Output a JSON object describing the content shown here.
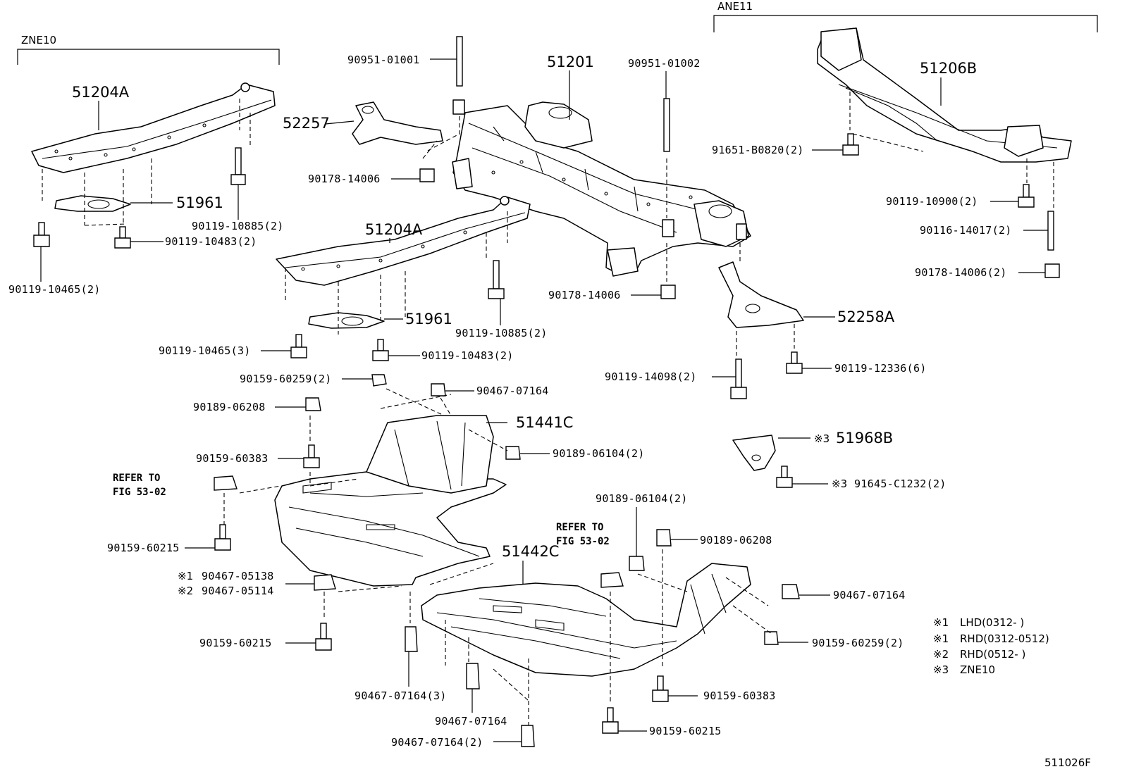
{
  "groups": {
    "zne10": "ZNE10",
    "ane11": "ANE11"
  },
  "parts": {
    "p51204A_a": "51204A",
    "p51204A_b": "51204A",
    "p51961_a": "51961",
    "p51961_b": "51961",
    "p52257": "52257",
    "p51201": "51201",
    "p51206B": "51206B",
    "p52258A": "52258A",
    "p51441C": "51441C",
    "p51442C": "51442C",
    "p51968B": "51968B",
    "s90951_01001": "90951-01001",
    "s90951_01002": "90951-01002",
    "s90178_14006_a": "90178-14006",
    "s90178_14006_b": "90178-14006",
    "s90178_14006_c": "90178-14006(2)",
    "s90119_10885_a": "90119-10885(2)",
    "s90119_10885_b": "90119-10885(2)",
    "s90119_10483_a": "90119-10483(2)",
    "s90119_10483_b": "90119-10483(2)",
    "s90119_10465_a": "90119-10465(2)",
    "s90119_10465_b": "90119-10465(3)",
    "s91651_B0820": "91651-B0820(2)",
    "s90119_10900": "90119-10900(2)",
    "s90116_14017": "90116-14017(2)",
    "s90119_14098": "90119-14098(2)",
    "s90119_12336": "90119-12336(6)",
    "s90159_60259_a": "90159-60259(2)",
    "s90159_60259_b": "90159-60259(2)",
    "s90467_07164_a": "90467-07164",
    "s90467_07164_b": "90467-07164",
    "s90467_07164_c": "90467-07164(3)",
    "s90467_07164_d": "90467-07164",
    "s90467_07164_e": "90467-07164(2)",
    "s90189_06208_a": "90189-06208",
    "s90189_06208_b": "90189-06208",
    "s90189_06104_a": "90189-06104(2)",
    "s90189_06104_b": "90189-06104(2)",
    "s90159_60383_a": "90159-60383",
    "s90159_60383_b": "90159-60383",
    "s90159_60215_a": "90159-60215",
    "s90159_60215_b": "90159-60215",
    "s90159_60215_c": "90159-60215",
    "s90467_05138": "90467-05138",
    "s90467_05114": "90467-05114",
    "s91645_C1232": "91645-C1232(2)"
  },
  "marks": {
    "m1": "※1",
    "m2": "※2",
    "m3a": "※3",
    "m3b": "※3"
  },
  "refs": {
    "refer_to": "REFER TO",
    "fig_a": "FIG 53-02",
    "refer_to_b": "REFER TO",
    "fig_b": "FIG 53-02"
  },
  "legend": [
    {
      "mark": "※1",
      "text": "LHD(0312-    )"
    },
    {
      "mark": "※1",
      "text": "RHD(0312-0512)"
    },
    {
      "mark": "※2",
      "text": "RHD(0512-    )"
    },
    {
      "mark": "※3",
      "text": "ZNE10"
    }
  ],
  "figure_id": "511026F"
}
